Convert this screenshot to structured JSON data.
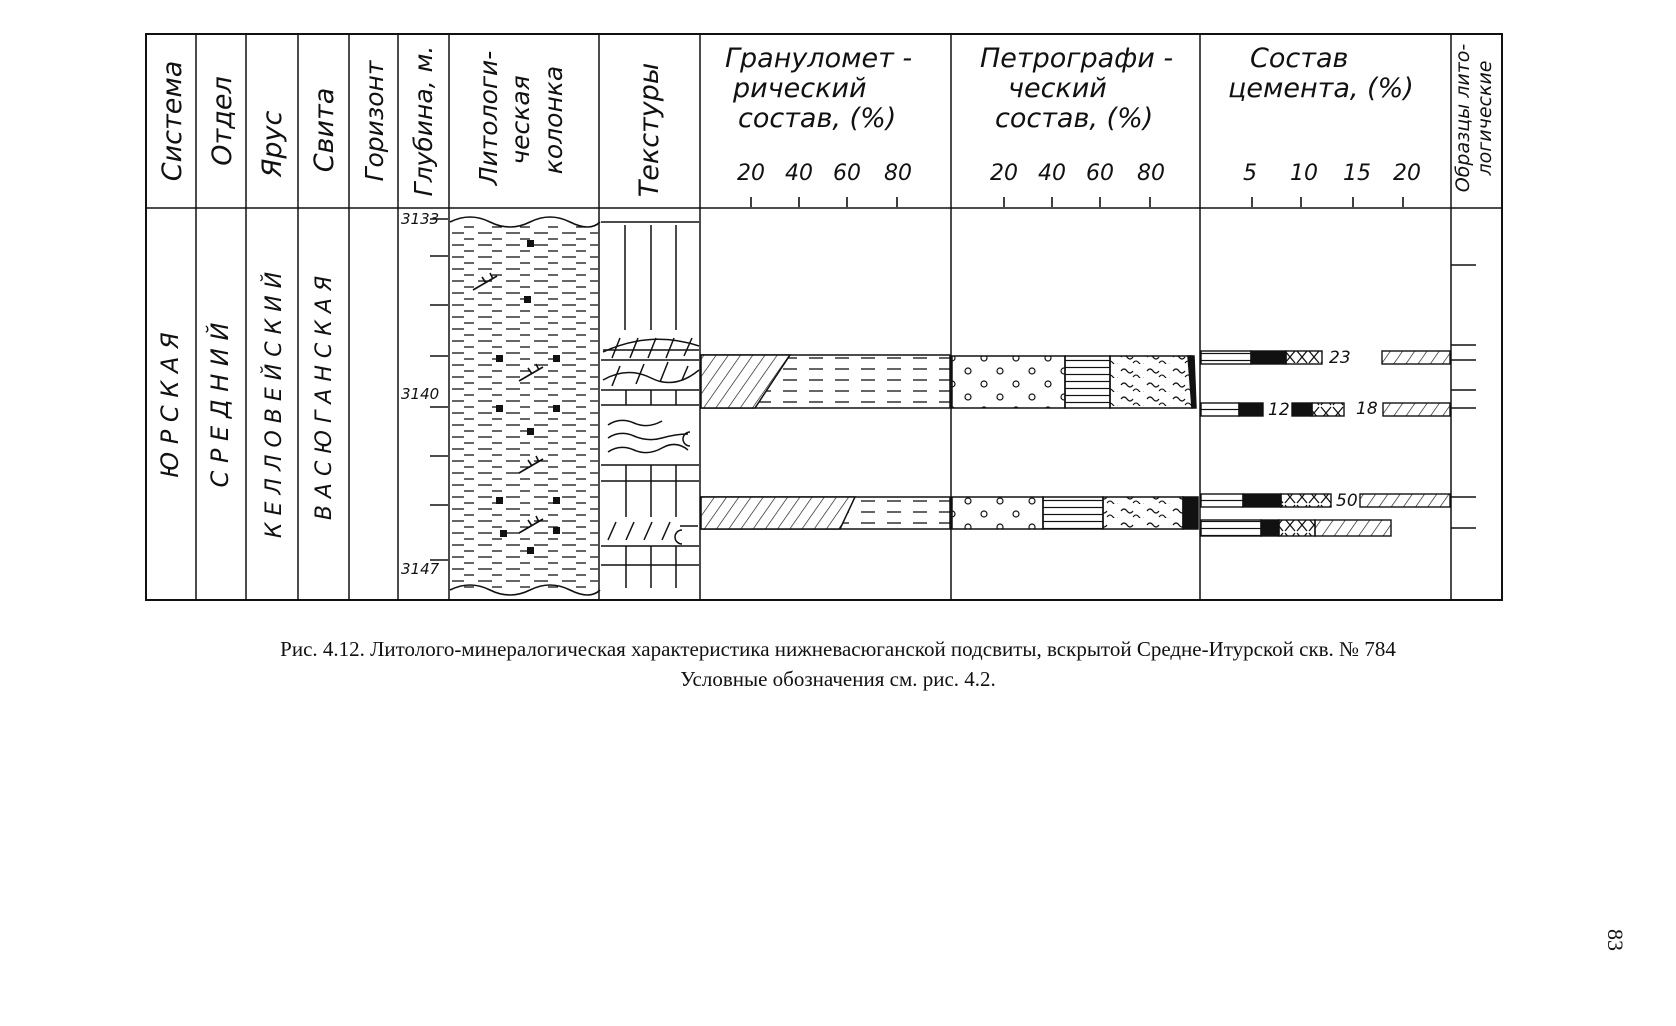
{
  "figure": {
    "headers": {
      "system": "Система",
      "division": "Отдел",
      "stage": "Ярус",
      "formation": "Свита",
      "horizon": "Горизонт",
      "depth": "Глубина, м.",
      "lithology_line1": "Литологи-",
      "lithology_line2": "ческая",
      "lithology_line3": "колонка",
      "textures": "Текстуры",
      "granulometric_line1": "Грануломет -",
      "granulometric_line2": "рический",
      "granulometric_line3": "состав, (%)",
      "petrographic_line1": "Петрографи -",
      "petrographic_line2": "ческий",
      "petrographic_line3": "состав, (%)",
      "cement_line1": "Состав",
      "cement_line2": "цемента, (%)",
      "samples_line1": "Образцы лито-",
      "samples_line2": "логические"
    },
    "scale_ticks": {
      "granulometric": [
        "20",
        "40",
        "60",
        "80"
      ],
      "petrographic": [
        "20",
        "40",
        "60",
        "80"
      ],
      "cement": [
        "5",
        "10",
        "15",
        "20"
      ]
    },
    "stratigraphy": {
      "system": "Ю Р С К А Я",
      "division": "С Р Е Д Н И Й",
      "stage": "К Е Л Л О В Е Й С К И Й",
      "formation": "В А С Ю Г А Н С К А Я"
    },
    "depth_labels": [
      "3133",
      "3140",
      "3147"
    ],
    "cement_values": [
      "23",
      "12",
      "18",
      "50"
    ]
  },
  "caption": {
    "line1": "Рис. 4.12. Литолого-минералогическая характеристика нижневасюганской подсвиты, вскрытой Средне-Итурской скв. № 784",
    "line2": "Условные обозначения см. рис. 4.2."
  },
  "page_number": "83",
  "colors": {
    "ink": "#111111",
    "paper": "#ffffff"
  }
}
